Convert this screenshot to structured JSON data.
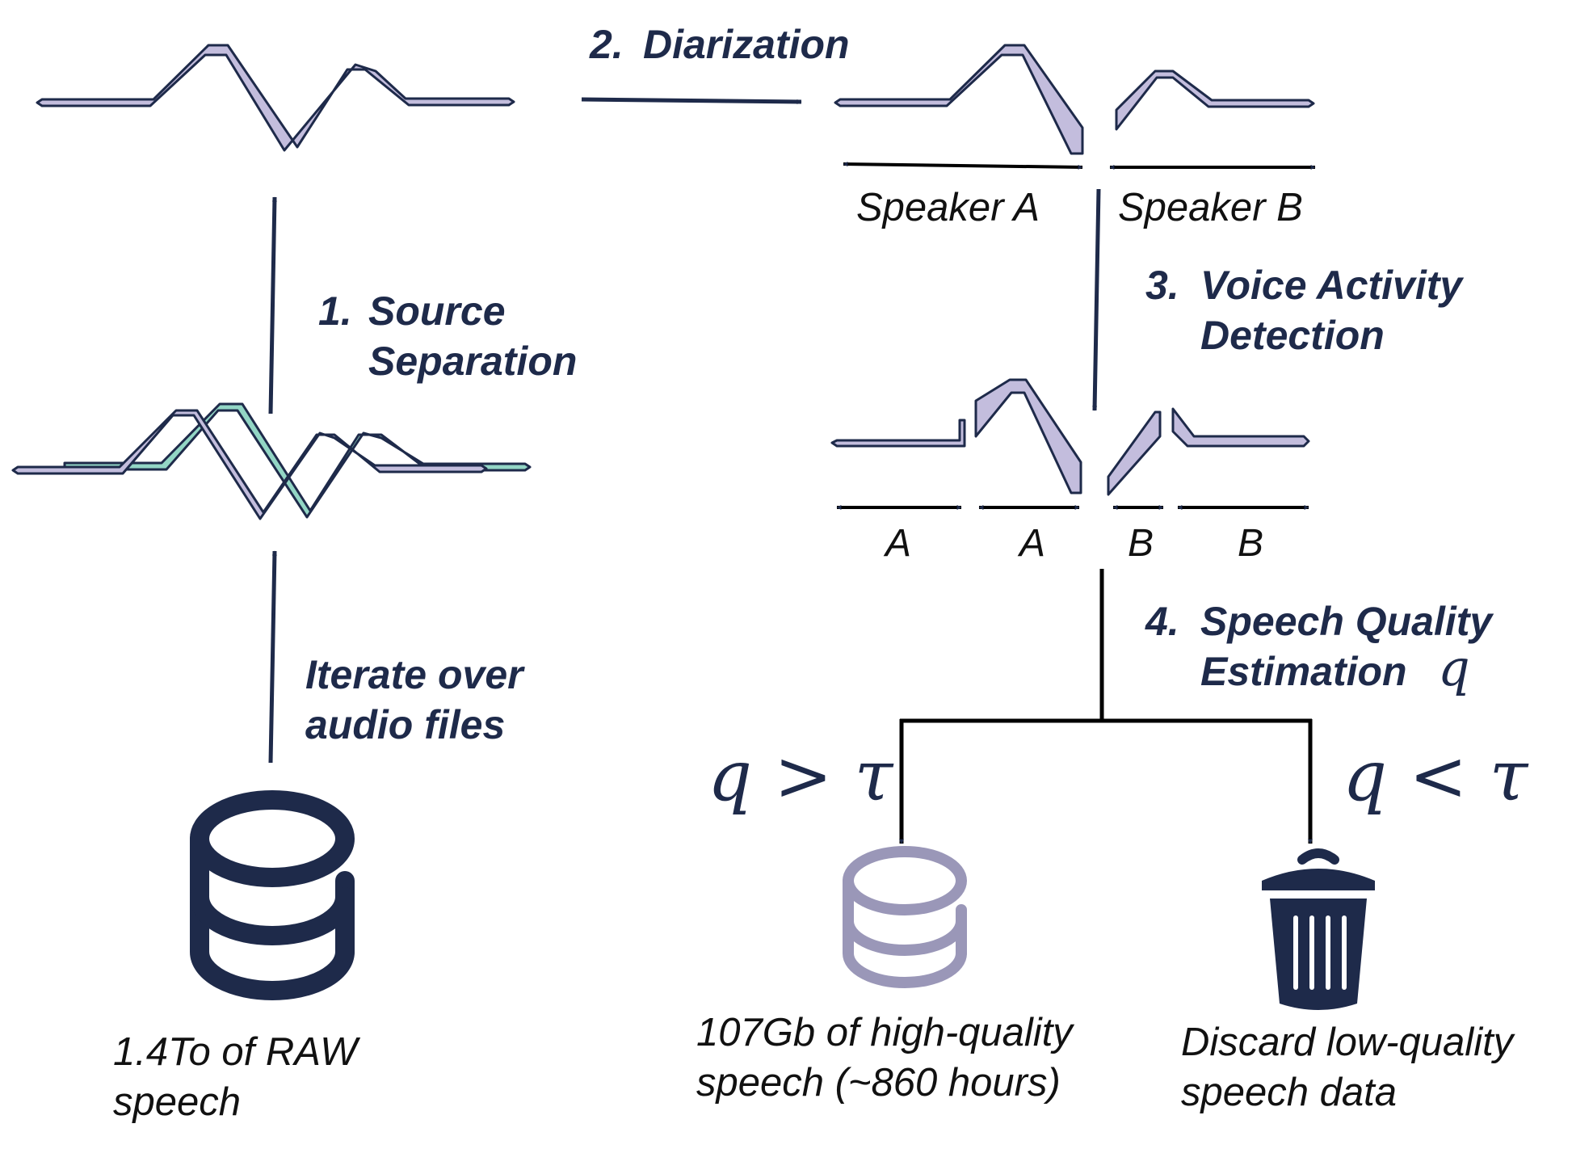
{
  "stages": {
    "source_separation": {
      "number": "1.",
      "line1": "Source",
      "line2": "Separation"
    },
    "diarization": {
      "number": "2.",
      "text": "Diarization"
    },
    "vad": {
      "number": "3.",
      "line1": "Voice Activity",
      "line2": "Detection"
    },
    "quality": {
      "number": "4.",
      "line1": "Speech Quality",
      "line2": "Estimation",
      "symbol": "q"
    },
    "iterate": {
      "line1": "Iterate over",
      "line2": "audio files"
    }
  },
  "speakers": {
    "a": "Speaker A",
    "b": "Speaker B"
  },
  "segments": [
    "A",
    "A",
    "B",
    "B"
  ],
  "conditions": {
    "keep": "q > τ",
    "discard": "q < τ"
  },
  "sources": {
    "raw": {
      "line1": "1.4To of RAW",
      "line2": "speech"
    },
    "high_quality": {
      "line1": "107Gb of high-quality",
      "line2": "speech (~860 hours)"
    },
    "discard": {
      "line1": "Discard low-quality",
      "line2": "speech data"
    }
  },
  "colors": {
    "ink": "#1e2a4a",
    "wave_primary": "#c3bddd",
    "wave_secondary": "#93d6c5",
    "db_raw": "#1e2a4a",
    "db_clean": "#9a97b8"
  },
  "icons": {
    "raw_db": "database-icon",
    "clean_db": "database-icon",
    "trash": "trash-icon"
  }
}
